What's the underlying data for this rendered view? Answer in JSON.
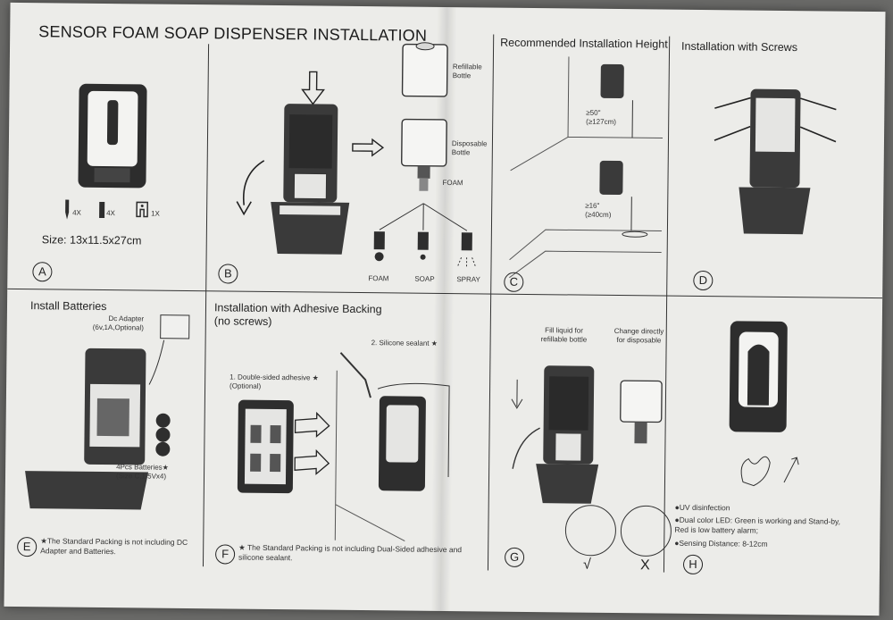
{
  "title": "SENSOR FOAM SOAP DISPENSER INSTALLATION",
  "panels": {
    "A": {
      "letter": "A",
      "parts": [
        "4X",
        "4X",
        "1X"
      ],
      "size": "Size: 13x11.5x27cm"
    },
    "B": {
      "letter": "B",
      "refillable": "Refillable\nBottle",
      "disposable": "Disposable\nBottle",
      "foam_label": "FOAM",
      "nozzles": [
        "FOAM",
        "SOAP",
        "SPRAY"
      ]
    },
    "C": {
      "letter": "C",
      "heading": "Recommended Installation Height",
      "upper": "≥50\"\n(≥127cm)",
      "lower": "≥16\"\n(≥40cm)"
    },
    "D": {
      "letter": "D",
      "heading": "Installation with Screws"
    },
    "E": {
      "letter": "E",
      "heading": "Install Batteries",
      "adapter": "Dc Adapter\n(6v,1A,Optional)",
      "batteries": "4Pcs Batteries★\n(Size C,1.5Vx4)",
      "note": "★The Standard Packing is not including DC Adapter and Batteries."
    },
    "F": {
      "letter": "F",
      "heading": "Installation with Adhesive Backing\n(no screws)",
      "adhesive": "1. Double-sided adhesive ★\n(Optional)",
      "sealant": "2. Silicone sealant ★",
      "note": "★ The Standard Packing is not including Dual-Sided adhesive and silicone sealant."
    },
    "G": {
      "letter": "G",
      "fill": "Fill liquid for\nrefillable bottle",
      "change": "Change directly\nfor disposable",
      "marks": [
        "√",
        "X"
      ]
    },
    "H": {
      "letter": "H",
      "features": [
        "●UV disinfection",
        "●Dual color LED: Green is working and Stand-by, Red is low battery alarm;",
        "●Sensing Distance: 8-12cm"
      ]
    }
  }
}
